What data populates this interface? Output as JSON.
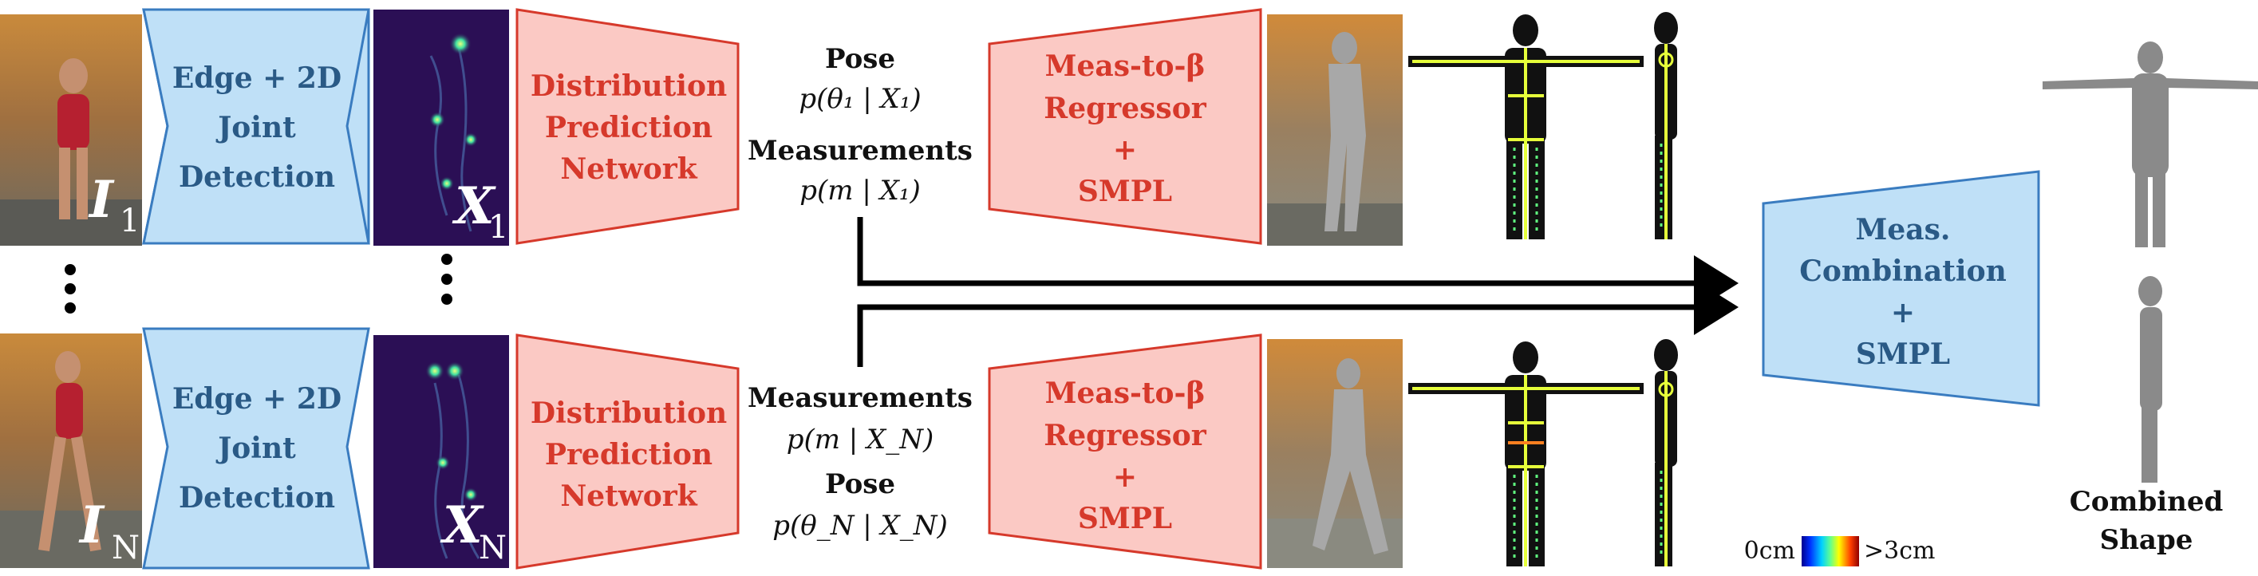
{
  "colors": {
    "blue_fill": "#bfe0f7",
    "blue_stroke": "#3a7cc0",
    "blue_text": "#2a5a86",
    "red_fill": "#fbc9c4",
    "red_stroke": "#d6392b",
    "red_text": "#d6392b",
    "edge_map_bg": "#2b0f55",
    "photo_bg": "#b08a5a"
  },
  "top_row": {
    "image_label": "I",
    "image_sub": "1",
    "edge_box": {
      "line1": "Edge  + 2D",
      "line2": "Joint",
      "line3": "Detection"
    },
    "edge_map_label": "X",
    "edge_map_sub": "1",
    "dist_box": {
      "line1": "Distribution",
      "line2": "Prediction",
      "line3": "Network"
    },
    "outputs": {
      "first_heading": "Pose",
      "first_formula": "p(θ₁ | X₁)",
      "second_heading": "Measurements",
      "second_formula": "p(m | X₁)"
    },
    "regressor_box": {
      "line1": "Meas-to-β",
      "line2": "Regressor",
      "line3": "+",
      "line4": "SMPL"
    }
  },
  "bottom_row": {
    "image_label": "I",
    "image_sub": "N",
    "edge_box": {
      "line1": "Edge  + 2D",
      "line2": "Joint",
      "line3": "Detection"
    },
    "edge_map_label": "X",
    "edge_map_sub": "N",
    "dist_box": {
      "line1": "Distribution",
      "line2": "Prediction",
      "line3": "Network"
    },
    "outputs": {
      "first_heading": "Measurements",
      "first_formula": "p(m | X_N)",
      "second_heading": "Pose",
      "second_formula": "p(θ_N | X_N)"
    },
    "regressor_box": {
      "line1": "Meas-to-β",
      "line2": "Regressor",
      "line3": "+",
      "line4": "SMPL"
    }
  },
  "combination_box": {
    "line1": "Meas.",
    "line2": "Combination",
    "line3": "+",
    "line4": "SMPL"
  },
  "colorbar": {
    "min_label": "0cm",
    "max_label": ">3cm"
  },
  "result": {
    "line1": "Combined",
    "line2": "Shape"
  }
}
